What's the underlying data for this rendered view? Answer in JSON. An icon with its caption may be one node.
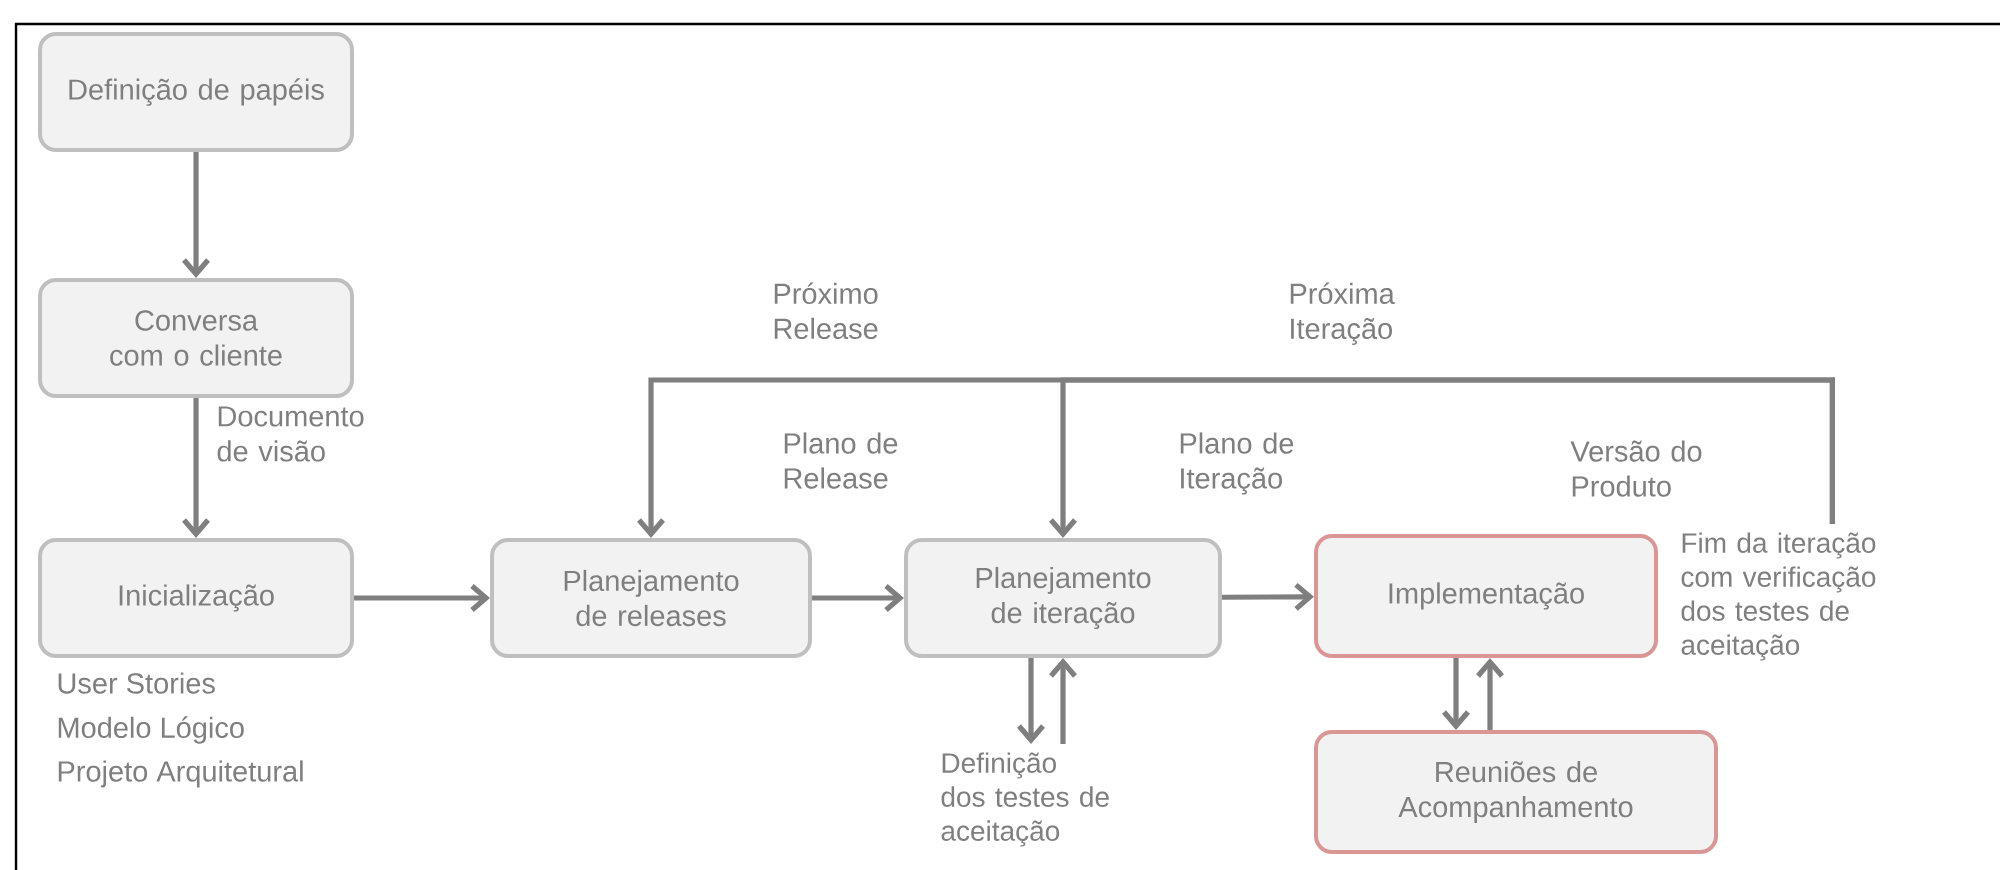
{
  "diagram": {
    "nodes": [
      {
        "text": [
          "Definição de papéis"
        ]
      },
      {
        "text": [
          "Conversa com o cliente"
        ]
      },
      {
        "text": [
          "Inicialização"
        ],
        "beside": [
          "User Stories",
          "Modelo Lógico",
          "Projeto Arquitetural"
        ]
      },
      {
        "text": [
          "Planejamento de releases"
        ]
      },
      {
        "text": [
          "Planejamento de iteração"
        ]
      },
      {
        "text": [
          "Implementação"
        ],
        "beside": [
          "Versão do Produto"
        ]
      },
      {
        "text": [
          "Reuniões de Acompanhamento"
        ]
      },
      {
        "text": [
          "Definição dos testes de aceitação"
        ]
      },
      {
        "text": [
          "Fim da iteração com verificação dos testes de aceitação"
        ]
      }
    ],
    "edges": [
      {
        "from": 0,
        "to": 1,
        "arrow": "to"
      },
      {
        "from": 1,
        "to": 2,
        "arrow": "to",
        "label": "Documento de visão"
      },
      {
        "from": 2,
        "to": 3,
        "arrow": "to"
      },
      {
        "from": 3,
        "to": 4,
        "arrow": "to",
        "label": "Plano de Release"
      },
      {
        "from": 4,
        "to": 5,
        "arrow": "to",
        "label": "Plano de Iteração"
      },
      {
        "from": 4,
        "to": 7,
        "arrow": "to"
      },
      {
        "from": 7,
        "to": 4,
        "arrow": "to"
      },
      {
        "from": 5,
        "to": 6,
        "arrow": "to"
      },
      {
        "from": 6,
        "to": 5,
        "arrow": "to"
      },
      {
        "from": 8,
        "to": 3,
        "arrow": "to",
        "label": "Próximo Release"
      },
      {
        "from": 8,
        "to": 4,
        "arrow": "to",
        "label": "Próxima Iteração"
      }
    ]
  }
}
